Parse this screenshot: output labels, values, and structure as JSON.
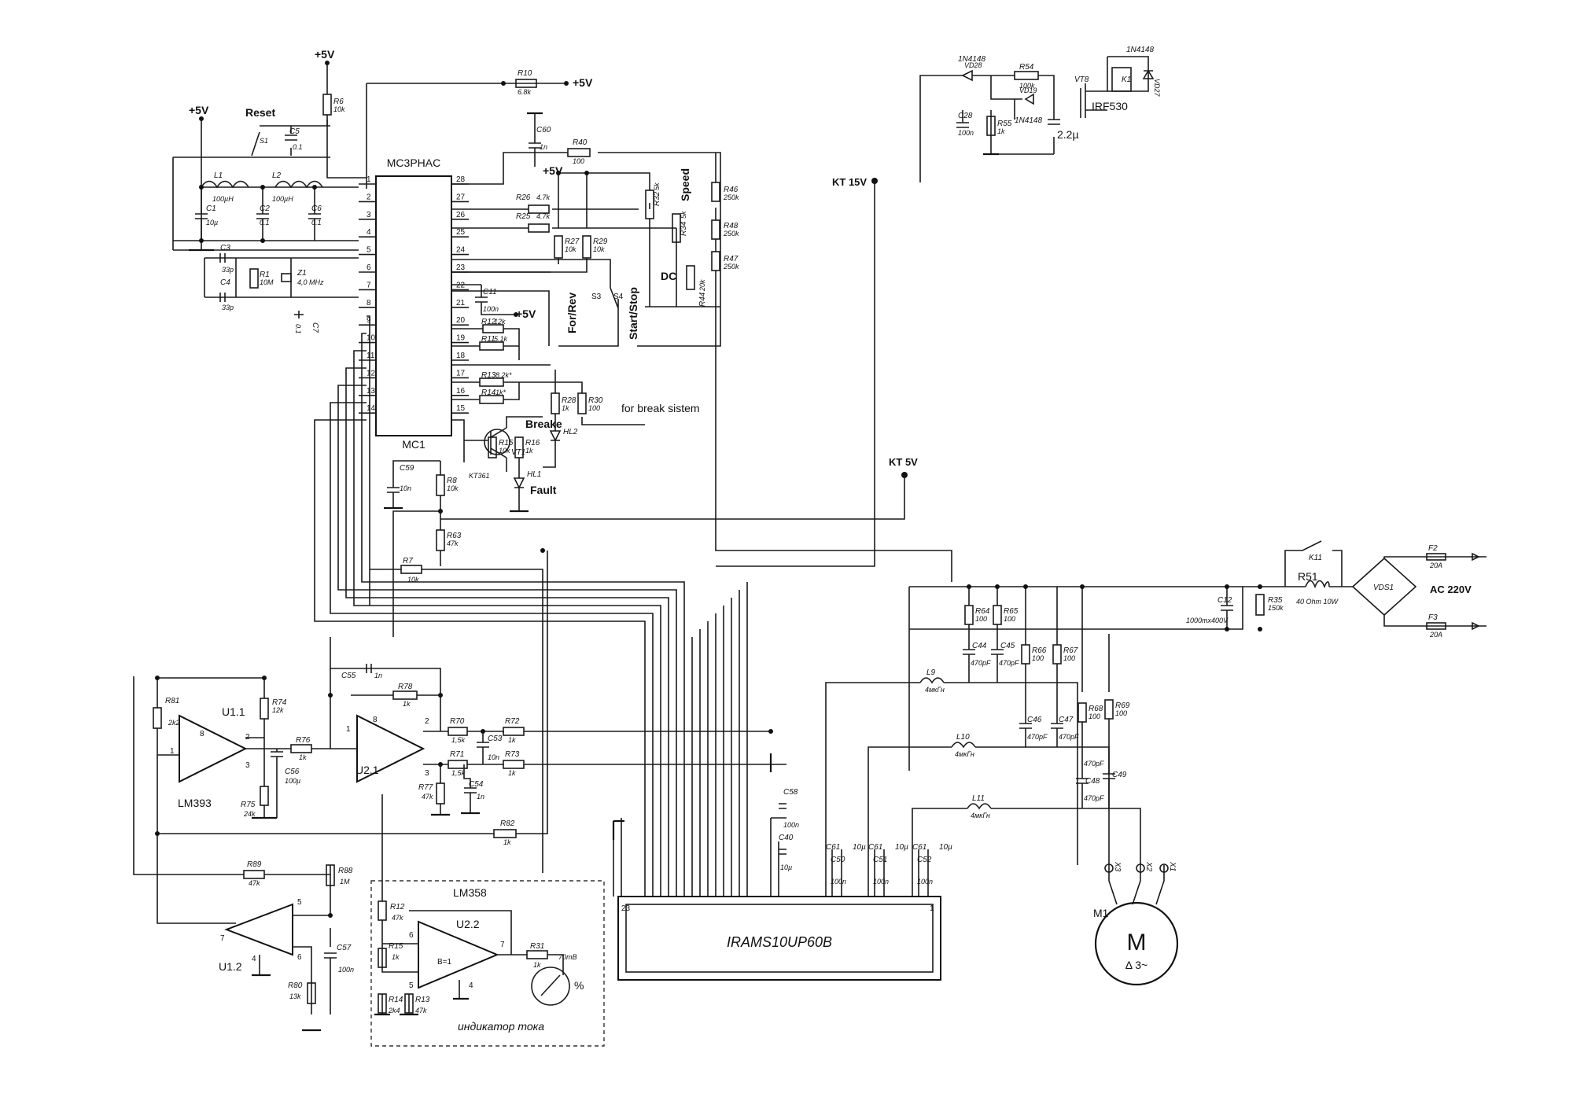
{
  "ics": {
    "mc1_top": "MC3PHAC",
    "mc1_bottom": "MC1",
    "mc1_pins_left": [
      "1",
      "2",
      "3",
      "4",
      "5",
      "6",
      "7",
      "8",
      "9",
      "10",
      "11",
      "12",
      "13",
      "14"
    ],
    "mc1_pins_right": [
      "28",
      "27",
      "26",
      "25",
      "24",
      "23",
      "22",
      "21",
      "20",
      "19",
      "18",
      "17",
      "16",
      "15"
    ],
    "irams": "IRAMS10UP60B",
    "irams_pin_left": "23",
    "irams_pin_right": "1",
    "u11": "U1.1",
    "u12": "U1.2",
    "u21": "U2.1",
    "u22": "U2.2",
    "lm393": "LM393",
    "lm358": "LM358",
    "gain": "B=1"
  },
  "nets": {
    "v5": "+5V",
    "kt15": "KT 15V",
    "kt5": "KT 5V",
    "ac": "AC 220V"
  },
  "controls": {
    "reset": "Reset",
    "speed": "Speed",
    "dc": "DC",
    "forrev": "For/Rev",
    "startstop": "Start/Stop",
    "s3": "S3",
    "s4": "S4",
    "s1": "S1",
    "breake": "Breake",
    "fault": "Fault",
    "break_system": "for break sistem",
    "current_indicator": "индикатор тока",
    "meter_range": "70mB",
    "meter_unit": "%",
    "motor": "M1",
    "motor_symbol": "M",
    "motor_type": "Δ 3~"
  },
  "components": {
    "l1": "L1",
    "l1v": "100µH",
    "l2": "L2",
    "l2v": "100µH",
    "c1": "C1",
    "c1v": "10µ",
    "c2": "C2",
    "c2v": "0.1",
    "c5": "C5",
    "c5v": "0.1",
    "c6": "C6",
    "c6v": "0.1",
    "c3": "C3",
    "c3v": "33p",
    "c4": "C4",
    "c4v": "33p",
    "r1": "R1",
    "r1v": "10M",
    "z1": "Z1",
    "z1v": "4,0 MHz",
    "c7": "C7",
    "c7v": "0.1",
    "r6": "R6",
    "r6v": "10k",
    "r10": "R10",
    "r10v": "6.8k",
    "c60": "C60",
    "c60v": "1n",
    "r40": "R40",
    "r40v": "100",
    "r26": "R26",
    "r26v": "4.7k",
    "r25": "R25",
    "r25v": "4.7k",
    "r32": "R32",
    "r32v": "5k",
    "r34": "R34",
    "r34v": "5k",
    "r27": "R27",
    "r27v": "10k",
    "r29": "R29",
    "r29v": "10k",
    "r44": "R44",
    "r44v": "20k",
    "r46": "R46",
    "r46v": "250k",
    "r48": "R48",
    "r48v": "250k",
    "r47": "R47",
    "r47v": "250k",
    "c11": "C11",
    "c11v": "100n",
    "r12": "R12",
    "r12v": "12k",
    "r11": "R11",
    "r11v": "5.1k",
    "r13": "R13",
    "r13v": "8.2k*",
    "r14": "R14",
    "r14v": "1k*",
    "r28": "R28",
    "r28v": "1k",
    "r30": "R30",
    "r30v": "100",
    "hl2": "HL2",
    "hl1": "HL1",
    "vt1": "VT1",
    "vt1v": "KT361",
    "r15": "R15",
    "r15v": "10k",
    "r16": "R16",
    "r16v": "1k",
    "c59": "C59",
    "c59v": "10n",
    "r8": "R8",
    "r8v": "10k",
    "r63": "R63",
    "r63v": "47k",
    "r7": "R7",
    "r7v": "10k",
    "r81": "R81",
    "r81v": "2k2",
    "r74": "R74",
    "r74v": "12k",
    "r75": "R75",
    "r75v": "24k",
    "r76": "R76",
    "r76v": "1k",
    "c56": "C56",
    "c56v": "100µ",
    "c55": "C55",
    "c55v": "1n",
    "r78": "R78",
    "r78v": "1k",
    "r70": "R70",
    "r70v": "1,5k",
    "r71": "R71",
    "r71v": "1,5k",
    "c53": "C53",
    "c53v": "10n",
    "r72": "R72",
    "r72v": "1k",
    "r73": "R73",
    "r73v": "1k",
    "r77": "R77",
    "r77v": "47k",
    "c54": "C54",
    "c54v": "1n",
    "r82": "R82",
    "r82v": "1k",
    "r89": "R89",
    "r89v": "47k",
    "r88": "R88",
    "r88v": "1M",
    "c57": "C57",
    "c57v": "100n",
    "r80": "R80",
    "r80v": "13k",
    "r12b": "R12",
    "r12bv": "47k",
    "r15b": "R15",
    "r15bv": "1k",
    "r14b": "R14",
    "r14bv": "2k4",
    "r13b": "R13",
    "r13bv": "47k",
    "r31": "R31",
    "r31v": "1k",
    "c58": "C58",
    "c58v": "100n",
    "c40": "C40",
    "c40v": "10µ",
    "c61": "C61",
    "c61v": "10µ",
    "c50": "C50",
    "c50v": "100n",
    "c51": "C51",
    "c51v": "100n",
    "c52": "C52",
    "c52v": "100n",
    "r64": "R64",
    "r64v": "100",
    "r65": "R65",
    "r65v": "100",
    "r66": "R66",
    "r66v": "100",
    "r67": "R67",
    "r67v": "100",
    "r68": "R68",
    "r68v": "100",
    "r69": "R69",
    "r69v": "100",
    "c44": "C44",
    "c44v": "470pF",
    "c45": "C45",
    "c45v": "470pF",
    "c46": "C46",
    "c46v": "470pF",
    "c47": "C47",
    "c47v": "470pF",
    "c48": "C48",
    "c48v": "470pF",
    "c49": "C49",
    "c49v": "470pF",
    "l9": "L9",
    "l9v": "4мкГн",
    "l10": "L10",
    "l10v": "4мкГн",
    "l11": "L11",
    "l11v": "4мкГн",
    "c12": "C12",
    "c12v": "1000mx400V",
    "r35": "R35",
    "r35v": "150k",
    "r51": "R51",
    "r51v": "40 Ohm  10W",
    "k11": "K11",
    "vds1": "VDS1",
    "f2": "F2",
    "f2v": "20A",
    "f3": "F3",
    "f3v": "20A",
    "x1": "X1",
    "x2": "X2",
    "x3": "X3",
    "d_vd28": "1N4148",
    "vd28": "VD28",
    "d_k1": "1N4148",
    "vd27": "VD27",
    "d_vd19": "1N4148",
    "vd19": "VD19",
    "r54": "R54",
    "r54v": "100k",
    "r55": "R55",
    "r55v": "1k",
    "c28": "C28",
    "c28v": "100n",
    "c2u": "2.2µ",
    "vt8": "VT8",
    "vt8v": "IRF530",
    "k1": "K1"
  }
}
